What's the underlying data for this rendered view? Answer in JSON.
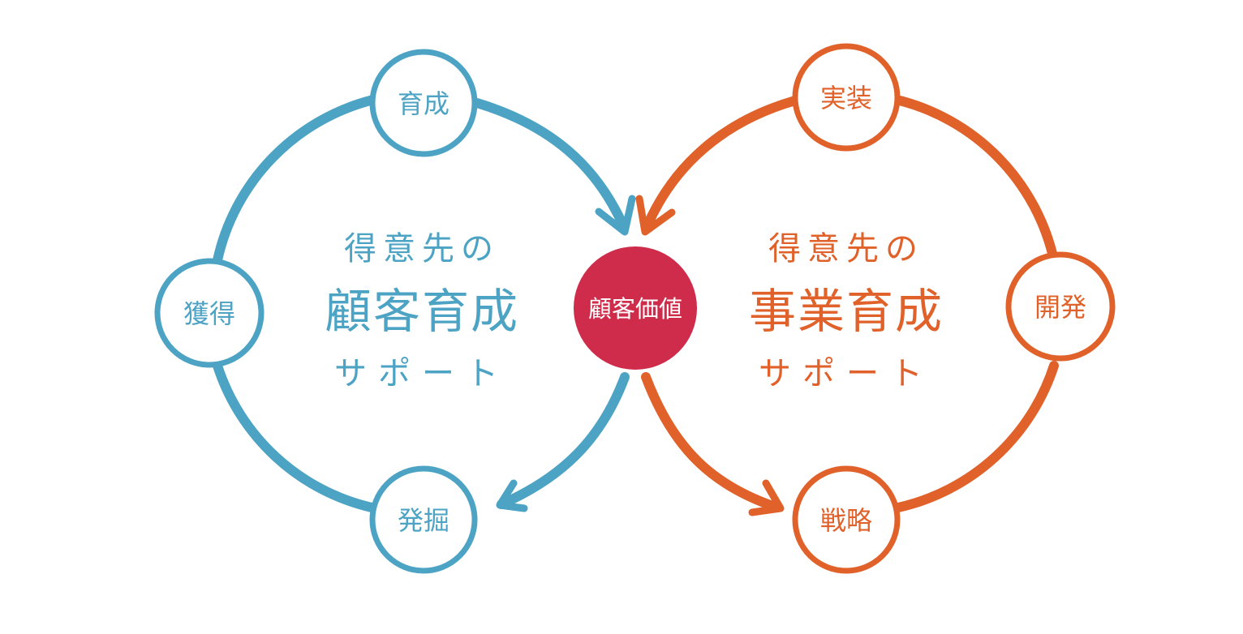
{
  "colors": {
    "blue": "#4ca3c4",
    "orange": "#e0622a",
    "center": "#cf2c4c",
    "background": "#ffffff",
    "node_fill": "#ffffff"
  },
  "left_cycle": {
    "title_top": "得意先の",
    "title_main": "顧客育成",
    "title_bottom": "サポート",
    "nodes": {
      "top": "育成",
      "left": "獲得",
      "bottom": "発掘"
    }
  },
  "right_cycle": {
    "title_top": "得意先の",
    "title_main": "事業育成",
    "title_bottom": "サポート",
    "nodes": {
      "top": "実装",
      "right": "開発",
      "bottom": "戦略"
    }
  },
  "center_node": {
    "label": "顧客価値"
  }
}
